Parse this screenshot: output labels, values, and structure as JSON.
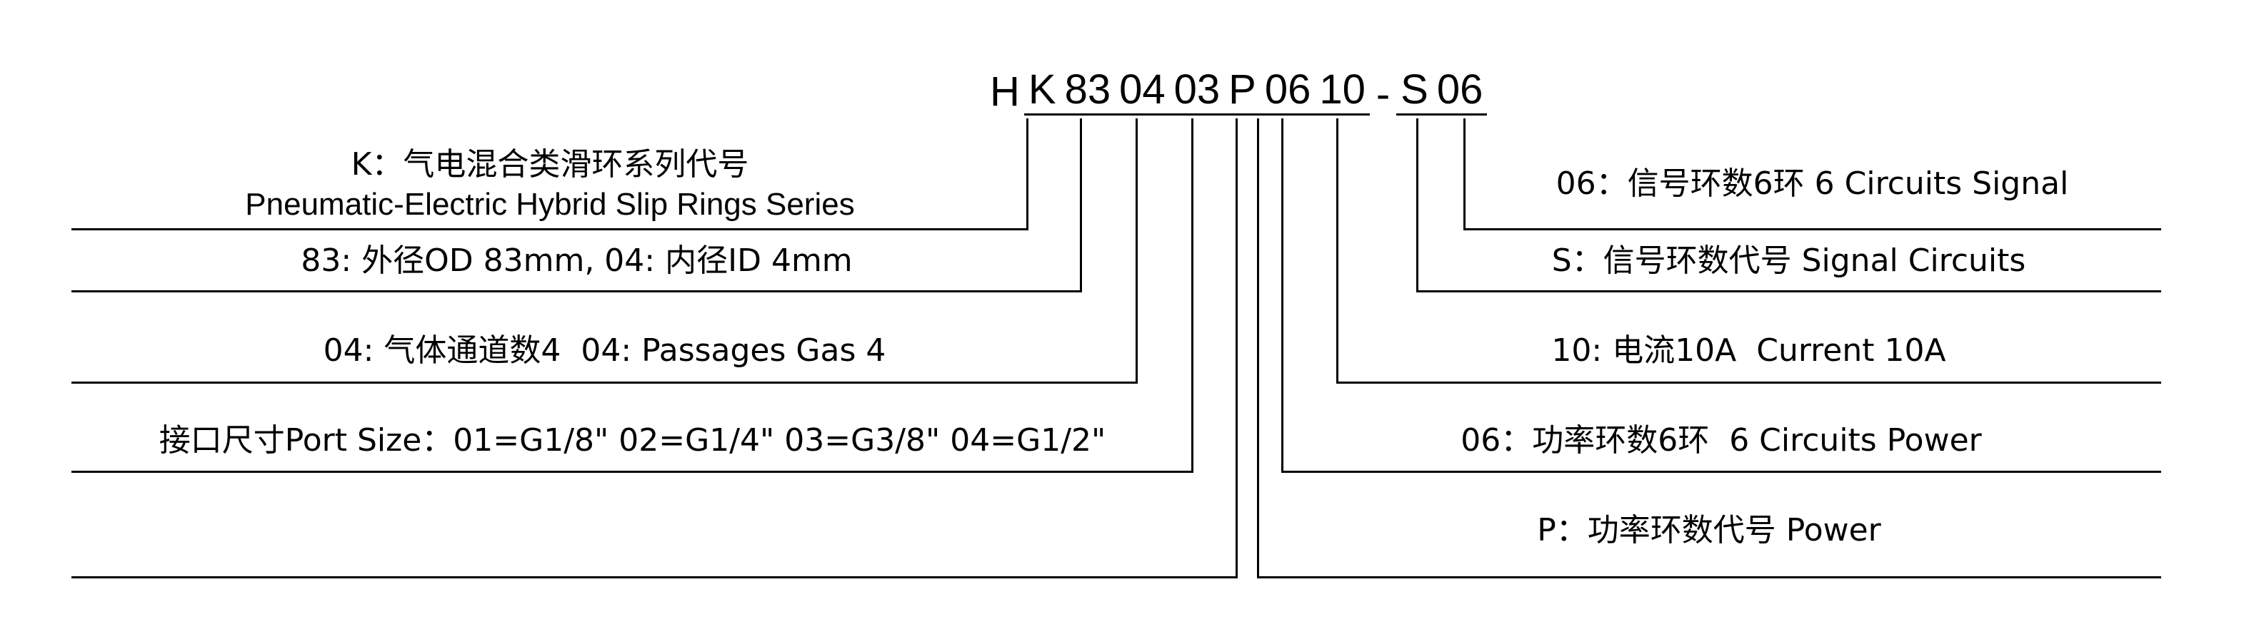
{
  "title": "Slip Ring Part Number Designation",
  "part_number": {
    "full": "H K 83 04 03 P 06 10 - S 06",
    "segments": [
      {
        "code": "H",
        "underlined": false,
        "drop": false
      },
      {
        "code": "K",
        "underlined": true,
        "drop": true
      },
      {
        "code": "83",
        "underlined": true,
        "drop": true
      },
      {
        "code": "04",
        "underlined": true,
        "drop": true
      },
      {
        "code": "03",
        "underlined": true,
        "drop": true
      },
      {
        "code": "P",
        "underlined": true,
        "drop": true
      },
      {
        "code": "06",
        "underlined": true,
        "drop": true
      },
      {
        "code": "10",
        "underlined": true,
        "drop": true
      },
      {
        "code": "-",
        "underlined": false,
        "drop": false
      },
      {
        "code": "S",
        "underlined": true,
        "drop": true
      },
      {
        "code": "06",
        "underlined": true,
        "drop": true
      }
    ]
  },
  "left_labels": [
    {
      "id": "series-code-cn",
      "text": "K：气电混合类滑环系列代号"
    },
    {
      "id": "series-code-en",
      "text": "Pneumatic-Electric Hybrid Slip Rings Series"
    },
    {
      "id": "diameter",
      "text": "83: 外径OD 83mm, 04: 内径ID 4mm"
    },
    {
      "id": "gas-passages",
      "text": "04: 气体通道数4  04: Passages Gas 4"
    },
    {
      "id": "port-size",
      "text": "接口尺寸Port Size：01=G1/8\" 02=G1/4\" 03=G3/8\" 04=G1/2\""
    }
  ],
  "right_labels": [
    {
      "id": "signal-circuits-count",
      "text": "06：信号环数6环 6 Circuits Signal"
    },
    {
      "id": "signal-circuits-code",
      "text": "S：信号环数代号 Signal Circuits"
    },
    {
      "id": "current",
      "text": "10: 电流10A  Current 10A"
    },
    {
      "id": "power-circuits-count",
      "text": "06：功率环数6环  6 Circuits Power"
    },
    {
      "id": "power-circuits-code",
      "text": "P：功率环数代号 Power"
    }
  ],
  "colors": {
    "ink": "#000000",
    "background": "#ffffff"
  }
}
